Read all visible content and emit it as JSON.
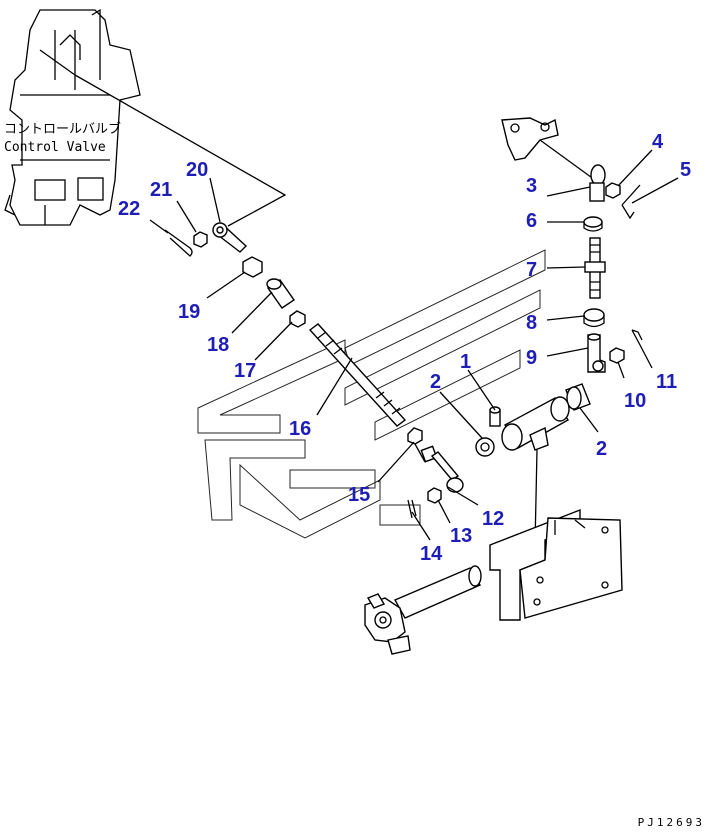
{
  "control_valve": {
    "label_jp": "コントロールバルブ",
    "label_en": "Control Valve"
  },
  "callouts": [
    {
      "id": "c1",
      "text": "1"
    },
    {
      "id": "c2a",
      "text": "2"
    },
    {
      "id": "c2b",
      "text": "2"
    },
    {
      "id": "c3",
      "text": "3"
    },
    {
      "id": "c4",
      "text": "4"
    },
    {
      "id": "c5",
      "text": "5"
    },
    {
      "id": "c6",
      "text": "6"
    },
    {
      "id": "c7",
      "text": "7"
    },
    {
      "id": "c8",
      "text": "8"
    },
    {
      "id": "c9",
      "text": "9"
    },
    {
      "id": "c10",
      "text": "10"
    },
    {
      "id": "c11",
      "text": "11"
    },
    {
      "id": "c12",
      "text": "12"
    },
    {
      "id": "c13",
      "text": "13"
    },
    {
      "id": "c14",
      "text": "14"
    },
    {
      "id": "c15",
      "text": "15"
    },
    {
      "id": "c16",
      "text": "16"
    },
    {
      "id": "c17",
      "text": "17"
    },
    {
      "id": "c18",
      "text": "18"
    },
    {
      "id": "c19",
      "text": "19"
    },
    {
      "id": "c20",
      "text": "20"
    },
    {
      "id": "c21",
      "text": "21"
    },
    {
      "id": "c22",
      "text": "22"
    }
  ],
  "drawing_code": "PJ12693",
  "colors": {
    "callout": "#1e1eb4",
    "line": "#000000",
    "background": "#ffffff"
  }
}
